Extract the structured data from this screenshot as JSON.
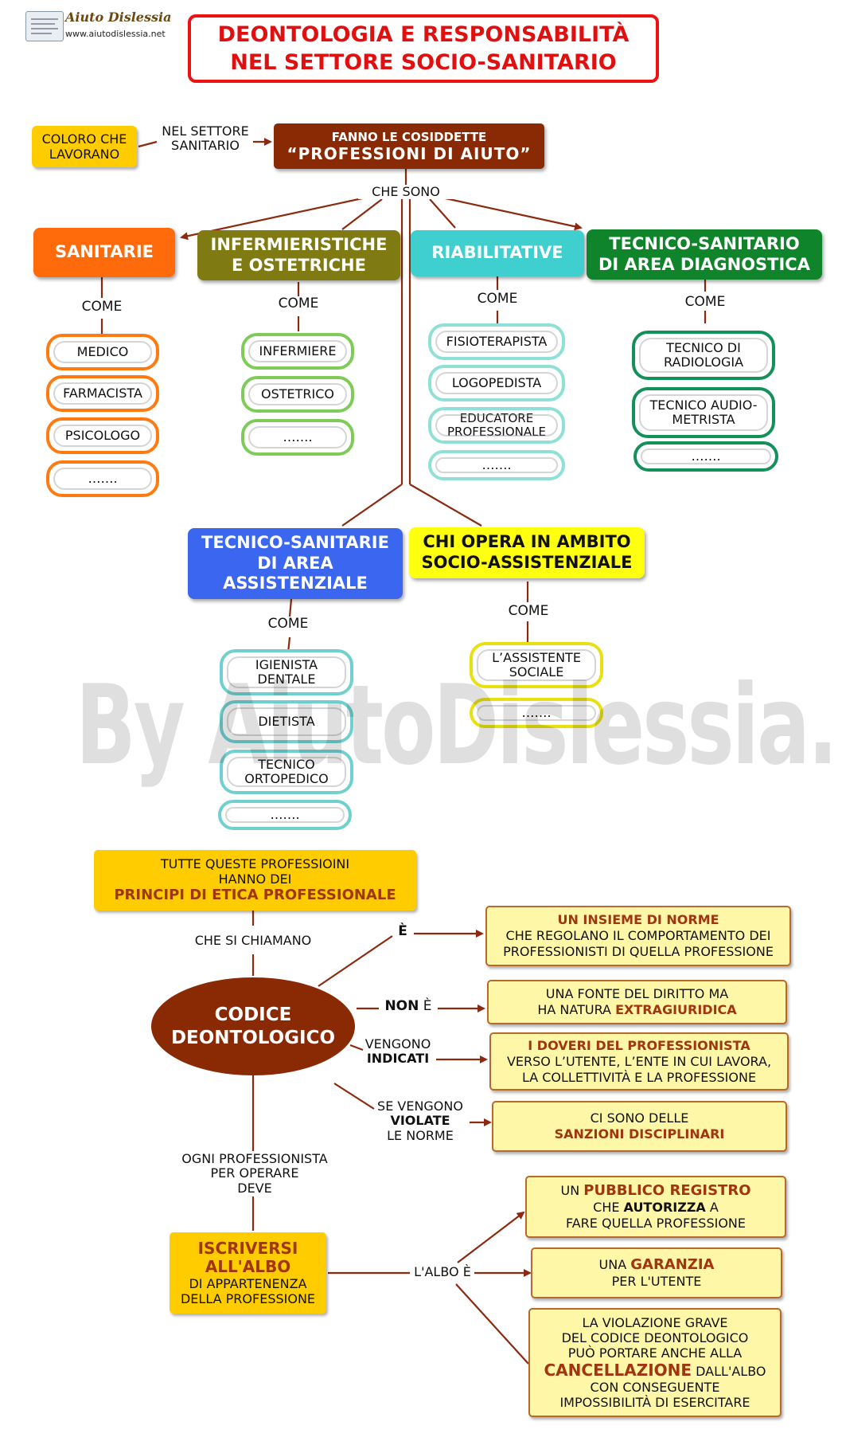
{
  "logo": {
    "name": "Aiuto Dislessia",
    "url": "www.aiutodislessia.net"
  },
  "title": {
    "line1": "DEONTOLOGIA E RESPONSABILITÀ",
    "line2": "NEL SETTORE SOCIO-SANITARIO"
  },
  "watermark": "By AiutoDislessia.net",
  "top": {
    "who": {
      "line1": "COLORO CHE",
      "line2": "LAVORANO"
    },
    "sector": {
      "line1": "NEL SETTORE",
      "line2": "SANITARIO"
    },
    "professions": {
      "line1": "FANNO LE COSIDDETTE",
      "line2": "“PROFESSIONI DI AIUTO”"
    },
    "che_sono": "CHE SONO"
  },
  "come": "COME",
  "categories": {
    "sanitarie": {
      "label": "SANITARIE",
      "items": [
        "MEDICO",
        "FARMACISTA",
        "PSICOLOGO",
        "……."
      ]
    },
    "infermieristiche": {
      "line1": "INFERMIERISTICHE",
      "line2": "E OSTETRICHE",
      "items": [
        "INFERMIERE",
        "OSTETRICO",
        "……."
      ]
    },
    "riabilitative": {
      "label": "RIABILITATIVE",
      "items": [
        "FISIOTERAPISTA",
        "LOGOPEDISTA",
        "EDUCATORE PROFESSIONALE",
        "……."
      ]
    },
    "diagnostica": {
      "line1": "TECNICO-SANITARIO",
      "line2": "DI AREA DIAGNOSTICA",
      "items": [
        "TECNICO DI RADIOLOGIA",
        "TECNICO AUDIO-METRISTA",
        "……."
      ]
    },
    "assistenziale": {
      "line1": "TECNICO-SANITARIE",
      "line2": "DI AREA",
      "line3": "ASSISTENZIALE",
      "items": [
        "IGIENISTA DENTALE",
        "DIETISTA",
        "TECNICO ORTOPEDICO",
        "……."
      ]
    },
    "socio": {
      "line1": "CHI OPERA IN AMBITO",
      "line2": "SOCIO-ASSISTENZIALE",
      "items": [
        "L’ASSISTENTE SOCIALE",
        "……."
      ]
    }
  },
  "ethics": {
    "line1": "TUTTE QUESTE PROFESSIOINI",
    "line2": "HANNO DEI",
    "line3": "PRINCIPI DI ETICA PROFESSIONALE"
  },
  "che_si_chiamano": "CHE SI CHIAMANO",
  "codice": {
    "line1": "CODICE",
    "line2": "DEONTOLOGICO"
  },
  "links": {
    "e": "È",
    "non": "NON",
    "non_e": "È",
    "vengono": "VENGONO",
    "indicati": "INDICATI",
    "se_vengono": "SE VENGONO",
    "violate": "VIOLATE",
    "le_norme": "LE NORME",
    "ogni": "OGNI PROFESSIONISTA",
    "per_operare": "PER OPERARE",
    "deve": "DEVE",
    "albo_e": "L'ALBO È"
  },
  "boxes": {
    "norme": {
      "line1": "UN INSIEME DI NORME",
      "line2": "CHE REGOLANO IL COMPORTAMENTO DEI",
      "line3": "PROFESSIONISTI DI QUELLA PROFESSIONE"
    },
    "fonte": {
      "line1": "UNA FONTE DEL DIRITTO MA",
      "line2a": "HA NATURA ",
      "line2b": "EXTRAGIURIDICA"
    },
    "doveri": {
      "line1": "I DOVERI DEL PROFESSIONISTA",
      "line2": "VERSO L’UTENTE, L’ENTE IN CUI LAVORA,",
      "line3": "LA COLLETTIVITÀ E LA PROFESSIONE"
    },
    "sanzioni": {
      "line1": "CI SONO DELLE",
      "line2": "SANZIONI DISCIPLINARI"
    },
    "registro": {
      "l1a": "UN ",
      "l1b": "PUBBLICO REGISTRO",
      "l2a": "CHE ",
      "l2b": "AUTORIZZA",
      "l2c": " A",
      "l3": "FARE QUELLA PROFESSIONE"
    },
    "garanzia": {
      "l1a": "UNA ",
      "l1b": "GARANZIA",
      "l2": "PER L'UTENTE"
    },
    "violazione": {
      "l1": "LA VIOLAZIONE GRAVE",
      "l2": "DEL CODICE DEONTOLOGICO",
      "l3": "PUÒ PORTARE ANCHE ALLA",
      "l4a": "CANCELLAZIONE",
      "l4b": " DALL'ALBO",
      "l5": "CON CONSEGUENTE",
      "l6": "IMPOSSIBILITÀ DI ESERCITARE"
    }
  },
  "albo": {
    "line1": "ISCRIVERSI",
    "line2": "ALL'ALBO",
    "line3": "DI APPARTENENZA",
    "line4": "DELLA PROFESSIONE"
  },
  "colors": {
    "title_red": "#e01010",
    "arrow": "#8b2a10",
    "sanitarie": "#ff6a0a",
    "infermieristiche": "#7f7a12",
    "riabilitative": "#3fcfcf",
    "diagnostica": "#10842a",
    "assistenziale": "#3a66f0",
    "socio": "#ffff10",
    "codice": "#8a2a05",
    "ethics_box": "#ffcc00",
    "note_box": "#fff7a8"
  }
}
